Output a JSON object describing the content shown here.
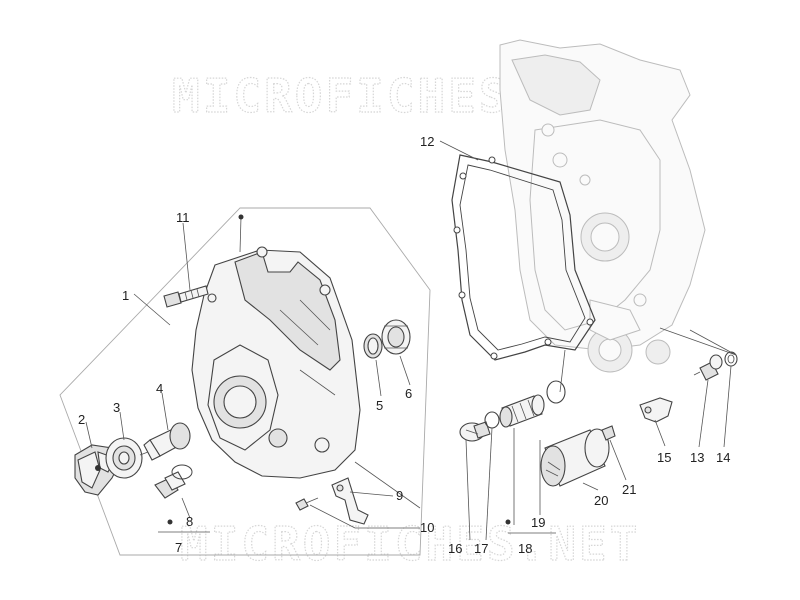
{
  "watermark": {
    "top": "MICROFICHES.NET",
    "bottom": "MICROFICHES.NET"
  },
  "callouts": {
    "c1": "1",
    "c2": "2",
    "c3": "3",
    "c4": "4",
    "c5": "5",
    "c6": "6",
    "c7": "7",
    "c8": "8",
    "c9": "9",
    "c10": "10",
    "c11": "11",
    "c12": "12",
    "c13": "13",
    "c14": "14",
    "c15": "15",
    "c16": "16",
    "c17": "17",
    "c18": "18",
    "c19": "19",
    "c20": "20",
    "c21": "21"
  },
  "colors": {
    "line": "#444444",
    "fill": "#f4f4f4",
    "watermark": "#d6d6d6",
    "ghost_engine": "#bcbcbc"
  }
}
